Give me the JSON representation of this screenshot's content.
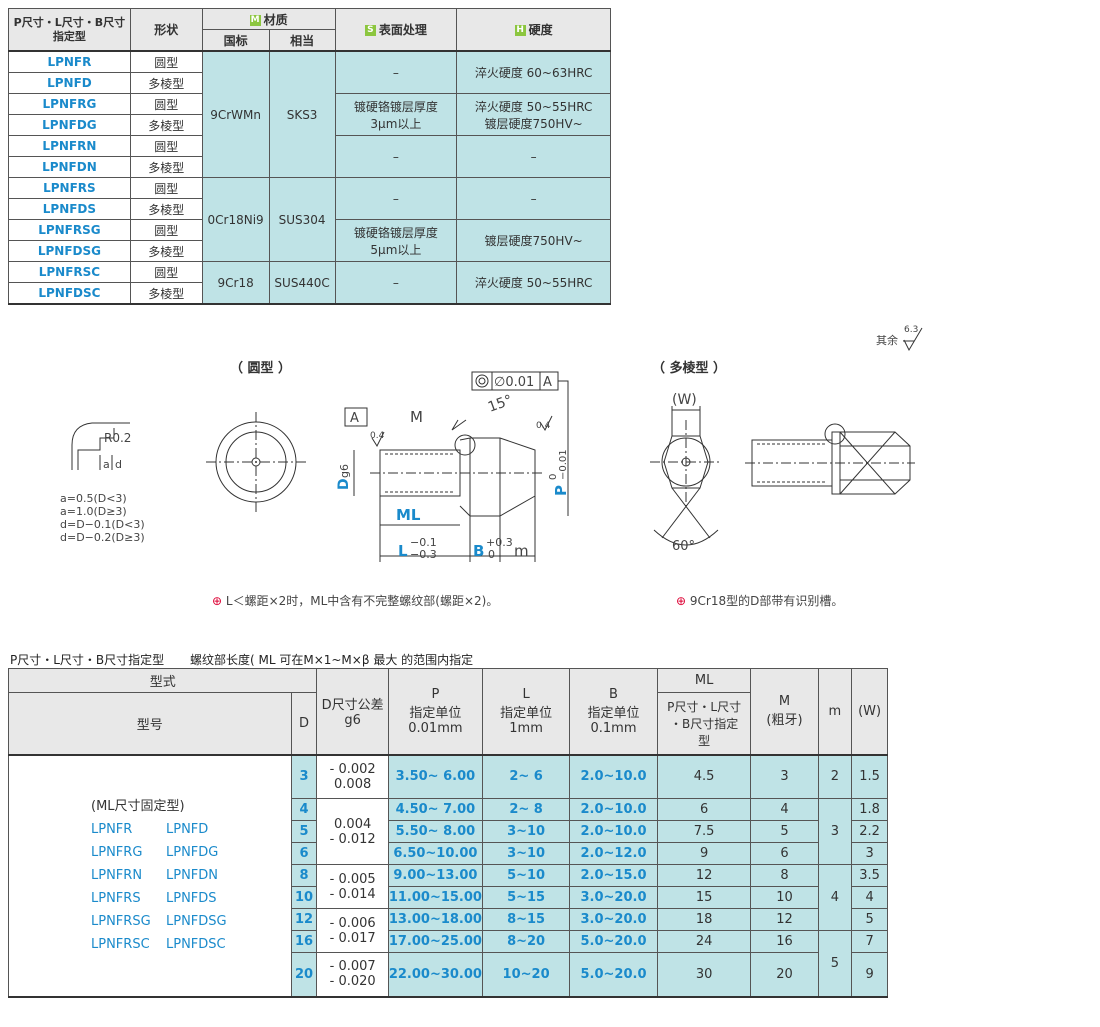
{
  "top_table": {
    "headers": {
      "type": "P尺寸・L尺寸・B尺寸指定型",
      "shape": "形状",
      "material": "材质",
      "material_gb": "国标",
      "material_eq": "相当",
      "surface": "表面处理",
      "hardness": "硬度",
      "tag_m": "M",
      "tag_s": "S",
      "tag_h": "H"
    },
    "rows": [
      {
        "model": "LPNFR",
        "shape": "圆型"
      },
      {
        "model": "LPNFD",
        "shape": "多棱型"
      },
      {
        "model": "LPNFRG",
        "shape": "圆型"
      },
      {
        "model": "LPNFDG",
        "shape": "多棱型"
      },
      {
        "model": "LPNFRN",
        "shape": "圆型"
      },
      {
        "model": "LPNFDN",
        "shape": "多棱型"
      },
      {
        "model": "LPNFRS",
        "shape": "圆型"
      },
      {
        "model": "LPNFDS",
        "shape": "多棱型"
      },
      {
        "model": "LPNFRSG",
        "shape": "圆型"
      },
      {
        "model": "LPNFDSG",
        "shape": "多棱型"
      },
      {
        "model": "LPNFRSC",
        "shape": "圆型"
      },
      {
        "model": "LPNFDSC",
        "shape": "多棱型"
      }
    ],
    "mat1_gb": "9CrWMn",
    "mat1_eq": "SKS3",
    "mat2_gb": "0Cr18Ni9",
    "mat2_eq": "SUS304",
    "mat3_gb": "9Cr18",
    "mat3_eq": "SUS440C",
    "dash": "–",
    "surf_a": "镀硬铬镀层厚度",
    "surf_a2": "3μm以上",
    "surf_b": "镀硬铬镀层厚度",
    "surf_b2": "5μm以上",
    "hard_1": "淬火硬度 60~63HRC",
    "hard_2a": "淬火硬度 50~55HRC",
    "hard_2b": "镀层硬度750HV~",
    "hard_3": "镀层硬度750HV~",
    "hard_4": "淬火硬度 50~55HRC"
  },
  "drawing": {
    "remaining": "其余",
    "roughness_main": "6.3",
    "round_title": "（ 圆型 ）",
    "poly_title": "（ 多棱型 ）",
    "r_label": "R0.2",
    "a_label": "a",
    "d_label": "d",
    "notes": [
      "a=0.5(D<3)",
      "a=1.0(D≥3)",
      "d=D−0.1(D<3)",
      "d=D−0.2(D≥3)"
    ],
    "datum": "A",
    "tol_frame_val": "∅0.01",
    "M": "M",
    "angle15": "15°",
    "rough04": "0.4",
    "Dg6": "Dg6",
    "D": "D",
    "g6": "g6",
    "ML": "ML",
    "L": "L",
    "L_tol_up": "−0.1",
    "L_tol_dn": "−0.3",
    "B": "B",
    "B_tol_up": "+0.3",
    "B_tol_dn": "0",
    "m": "m",
    "P": "P",
    "P_tol_up": "0",
    "P_tol_dn": "−0.01",
    "W": "(W)",
    "angle60": "60°",
    "note_left": "L＜螺距×2时，ML中含有不完整螺纹部(螺距×2)。",
    "note_right": "9Cr18型的D部带有识别槽。"
  },
  "bottom": {
    "caption_a": "P尺寸・L尺寸・B尺寸指定型",
    "caption_b": "螺纹部长度( ML 可在M×1~M×β 最大 的范围内指定",
    "h_type": "型式",
    "h_model": "型号",
    "h_D": "D",
    "h_tol": "D尺寸公差",
    "h_tol2": "g6",
    "h_P": "P",
    "h_P2": "指定单位",
    "h_P3": "0.01mm",
    "h_L": "L",
    "h_L2": "指定单位",
    "h_L3": "1mm",
    "h_B": "B",
    "h_B2": "指定单位",
    "h_B3": "0.1mm",
    "h_ML": "ML",
    "h_ML2": "P尺寸・L尺寸",
    "h_ML3": "・B尺寸指定",
    "h_ML4": "型",
    "h_M": "M",
    "h_M2": "(粗牙)",
    "h_m": "m",
    "h_W": "(W)",
    "fixed": "(ML尺寸固定型)",
    "models": [
      [
        "LPNFR",
        "LPNFD"
      ],
      [
        "LPNFRG",
        "LPNFDG"
      ],
      [
        "LPNFRN",
        "LPNFDN"
      ],
      [
        "LPNFRS",
        "LPNFDS"
      ],
      [
        "LPNFRSG",
        "LPNFDSG"
      ],
      [
        "LPNFRSC",
        "LPNFDSC"
      ]
    ],
    "tol": {
      "t3a": "- 0.002",
      "t3b": "0.008",
      "t4a": "0.004",
      "t4b": "- 0.012",
      "t8a": "- 0.005",
      "t8b": "- 0.014",
      "t12a": "- 0.006",
      "t12b": "- 0.017",
      "t20a": "- 0.007",
      "t20b": "- 0.020"
    },
    "rows": [
      {
        "D": "3",
        "P": "3.50~ 6.00",
        "L": "2~ 6",
        "B": "2.0~10.0",
        "ML": "4.5",
        "M": "3",
        "W": "1.5"
      },
      {
        "D": "4",
        "P": "4.50~ 7.00",
        "L": "2~ 8",
        "B": "2.0~10.0",
        "ML": "6",
        "M": "4",
        "W": "1.8"
      },
      {
        "D": "5",
        "P": "5.50~ 8.00",
        "L": "3~10",
        "B": "2.0~10.0",
        "ML": "7.5",
        "M": "5",
        "W": "2.2"
      },
      {
        "D": "6",
        "P": "6.50~10.00",
        "L": "3~10",
        "B": "2.0~12.0",
        "ML": "9",
        "M": "6",
        "W": "3"
      },
      {
        "D": "8",
        "P": "9.00~13.00",
        "L": "5~10",
        "B": "2.0~15.0",
        "ML": "12",
        "M": "8",
        "W": "3.5"
      },
      {
        "D": "10",
        "P": "11.00~15.00",
        "L": "5~15",
        "B": "3.0~20.0",
        "ML": "15",
        "M": "10",
        "W": "4"
      },
      {
        "D": "12",
        "P": "13.00~18.00",
        "L": "8~15",
        "B": "3.0~20.0",
        "ML": "18",
        "M": "12",
        "W": "5"
      },
      {
        "D": "16",
        "P": "17.00~25.00",
        "L": "8~20",
        "B": "5.0~20.0",
        "ML": "24",
        "M": "16",
        "W": "7"
      },
      {
        "D": "20",
        "P": "22.00~30.00",
        "L": "10~20",
        "B": "5.0~20.0",
        "ML": "30",
        "M": "20",
        "W": "9"
      }
    ],
    "m_vals": [
      "2",
      "3",
      "4",
      "5"
    ]
  }
}
